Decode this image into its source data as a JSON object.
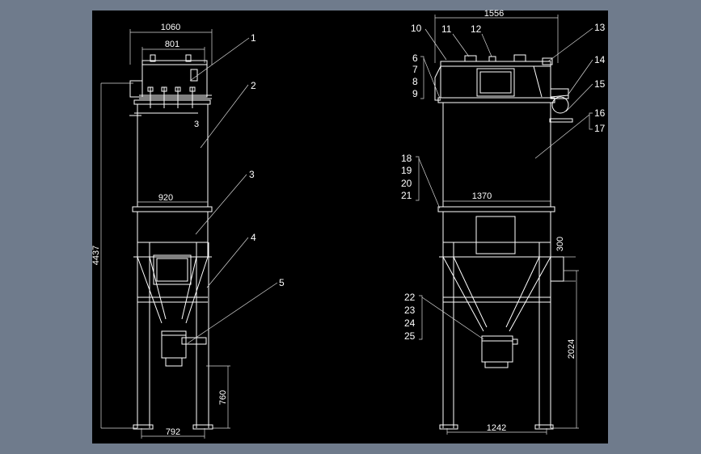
{
  "drawing": {
    "left_view": {
      "dimensions": {
        "top_overall": "1060",
        "top_inner": "801",
        "body_width": "920",
        "total_height": "4437",
        "leg_span": "792",
        "outlet_height": "760"
      },
      "callouts": [
        "1",
        "2",
        "3",
        "4",
        "5"
      ]
    },
    "right_view": {
      "dimensions": {
        "top_overall": "1556",
        "body_width": "1370",
        "inlet": "300",
        "inlet_height": "2024",
        "leg_span": "1242"
      },
      "callouts_top": [
        "10",
        "11",
        "12",
        "13"
      ],
      "callout_stack_a": [
        "6",
        "7",
        "8",
        "9"
      ],
      "callouts_side": [
        "14",
        "15"
      ],
      "callout_stack_b": [
        "16",
        "17"
      ],
      "callout_stack_c": [
        "18",
        "19",
        "20",
        "21"
      ],
      "callout_stack_d": [
        "22",
        "23",
        "24",
        "25"
      ]
    }
  }
}
